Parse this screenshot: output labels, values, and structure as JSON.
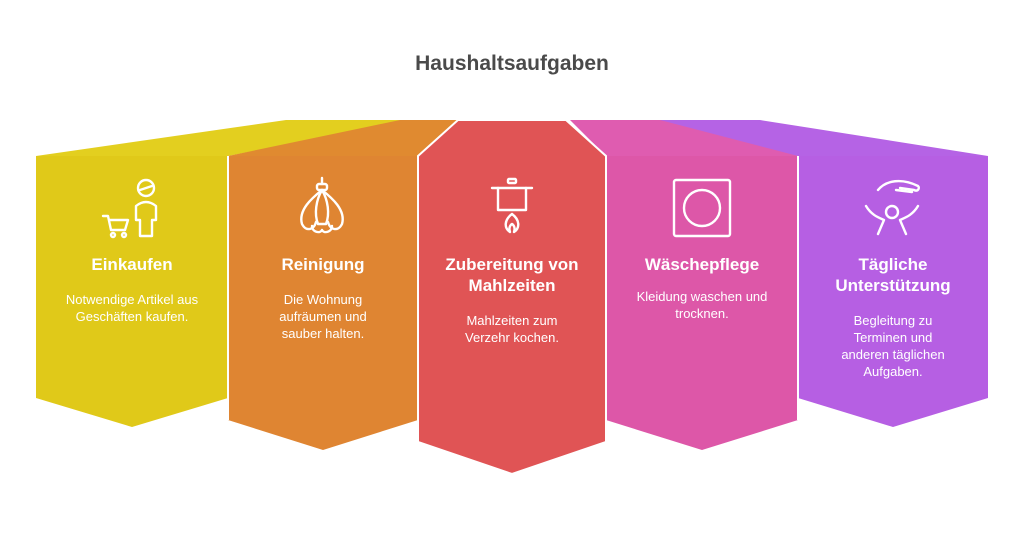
{
  "title": "Haushaltsaufgaben",
  "panels": [
    {
      "title": "Einkaufen",
      "description": "Notwendige Artikel aus Geschäften kaufen.",
      "color": "#e0c919",
      "top_color": "#e3cf1f",
      "icon": "shopping-cart-person-icon"
    },
    {
      "title": "Reinigung",
      "description": "Die Wohnung aufräumen und sauber halten.",
      "color": "#df8532",
      "top_color": "#e08a30",
      "icon": "chandelier-cleaning-icon"
    },
    {
      "title": "Zubereitung von Mahlzeiten",
      "description": "Mahlzeiten zum Verzehr kochen.",
      "color": "#e05455",
      "top_color": "#e25a57",
      "icon": "cooking-pot-flame-icon"
    },
    {
      "title": "Wäschepflege",
      "description": "Kleidung waschen und trocknen.",
      "color": "#dd57a8",
      "top_color": "#df5cb0",
      "icon": "washing-machine-icon"
    },
    {
      "title": "Tägliche Unterstützung",
      "description": "Begleitung zu Terminen und anderen täglichen Aufgaben.",
      "color": "#b65fe3",
      "top_color": "#b563e5",
      "icon": "helping-hand-person-icon"
    }
  ]
}
